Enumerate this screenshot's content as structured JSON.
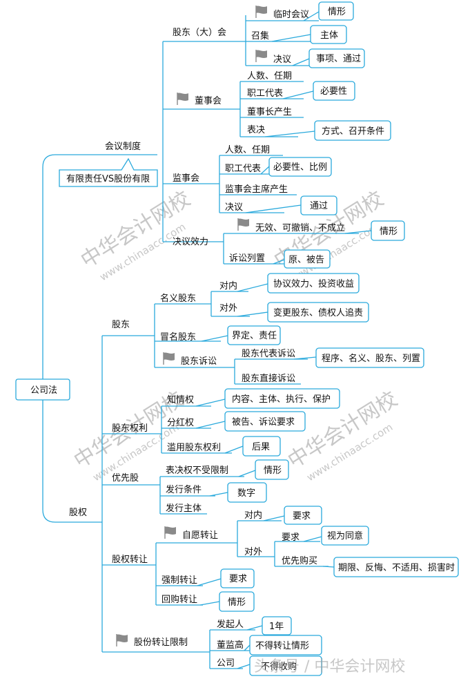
{
  "root": "公司法",
  "branches": {
    "meeting": "会议制度",
    "meeting_note": "有限责任VS股份有限",
    "equity": "股权"
  },
  "nodes": {
    "gdh": "股东（大）会",
    "gdh_ls": "临时会议",
    "gdh_ls_qx": "情形",
    "gdh_zj": "召集",
    "gdh_zj_zt": "主体",
    "gdh_jy": "决议",
    "gdh_jy_sx": "事项、通过",
    "dsh": "董事会",
    "dsh_rs": "人数、任期",
    "dsh_zg": "职工代表",
    "dsh_zg_by": "必要性",
    "dsh_dsz": "董事长产生",
    "dsh_bj": "表决",
    "dsh_bj_fs": "方式、召开条件",
    "jsh": "监事会",
    "jsh_rs": "人数、任期",
    "jsh_zg": "职工代表",
    "jsh_zg_by": "必要性、比例",
    "jsh_zx": "监事会主席产生",
    "jsh_jy": "决议",
    "jsh_jy_tg": "通过",
    "jyxl": "决议效力",
    "jyxl_wx": "无效、可撤销、不成立",
    "jyxl_wx_qx": "情形",
    "jyxl_ss": "诉讼列置",
    "jyxl_ss_yb": "原、被告",
    "gd": "股东",
    "gd_my": "名义股东",
    "gd_my_dn": "对内",
    "gd_my_dn_v": "协议效力、投资收益",
    "gd_my_dw": "对外",
    "gd_my_dw_v": "变更股东、债权人追责",
    "gd_mm": "冒名股东",
    "gd_mm_v": "界定、责任",
    "gd_ss": "股东诉讼",
    "gd_ss_db": "股东代表诉讼",
    "gd_ss_db_v": "程序、名义、股东、列置",
    "gd_ss_zj": "股东直接诉讼",
    "gdql": "股东权利",
    "gdql_zq": "知情权",
    "gdql_zq_v": "内容、主体、执行、保护",
    "gdql_fh": "分红权",
    "gdql_fh_v": "被告、诉讼要求",
    "gdql_ly": "滥用股东权利",
    "gdql_ly_v": "后果",
    "yxg": "优先股",
    "yxg_bj": "表决权不受限制",
    "yxg_bj_v": "情形",
    "yxg_fx": "发行条件",
    "yxg_fx_v": "数字",
    "yxg_zt": "发行主体",
    "gqzr": "股权转让",
    "gqzr_zy": "自愿转让",
    "gqzr_dn": "对内",
    "gqzr_dn_v": "要求",
    "gqzr_dw": "对外",
    "gqzr_dw_yq": "要求",
    "gqzr_dw_yq_v": "视为同意",
    "gqzr_dw_yx": "优先购买",
    "gqzr_dw_yx_v": "期限、反悔、不适用、损害时",
    "gqzr_qz": "强制转让",
    "gqzr_qz_v": "要求",
    "gqzr_hg": "回购转让",
    "gqzr_hg_v": "情形",
    "gfzr": "股份转让限制",
    "gfzr_fq": "发起人",
    "gfzr_fq_v": "1年",
    "gfzr_djg": "董监高",
    "gfzr_djg_v": "不得转让情形",
    "gfzr_gs": "公司",
    "gfzr_gs_v": "不得收购"
  },
  "watermarks": {
    "brand": "中华会计网校",
    "url": "www.chinaacc.com",
    "footer": "头条号 / 中华会计网校"
  },
  "colors": {
    "line": "#29a9dc",
    "flag": "#8a8a8a"
  }
}
